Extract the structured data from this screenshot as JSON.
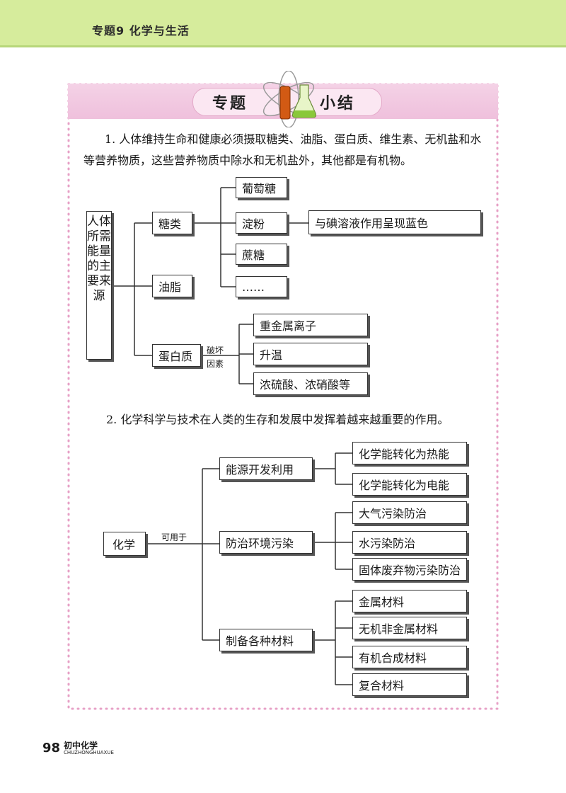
{
  "header": {
    "title": "专题9 化学与生活"
  },
  "summary": {
    "title_left": "专题",
    "title_right": "小结"
  },
  "point1": {
    "text": "1. 人体维持生命和健康必须摄取糖类、油脂、蛋白质、维生素、无机盐和水等营养物质，这些营养物质中除水和无机盐外，其他都是有机物。"
  },
  "diagram1": {
    "root": "人体所需能量的主要来源",
    "sugar": "糖类",
    "oil": "油脂",
    "protein": "蛋白质",
    "sugar_items": [
      "葡萄糖",
      "淀粉",
      "蔗糖",
      "……"
    ],
    "starch_note": "与碘溶液作用呈现蓝色",
    "damage_label_top": "破坏",
    "damage_label_bottom": "因素",
    "damage_items": [
      "重金属离子",
      "升温",
      "浓硫酸、浓硝酸等"
    ]
  },
  "point2": {
    "text": "2. 化学科学与技术在人类的生存和发展中发挥着越来越重要的作用。"
  },
  "diagram2": {
    "root": "化学",
    "use_label": "可用于",
    "branches": [
      "能源开发利用",
      "防治环境污染",
      "制备各种材料"
    ],
    "energy_items": [
      "化学能转化为热能",
      "化学能转化为电能"
    ],
    "pollution_items": [
      "大气污染防治",
      "水污染防治",
      "固体废弃物污染防治"
    ],
    "material_items": [
      "金属材料",
      "无机非金属材料",
      "有机合成材料",
      "复合材料"
    ]
  },
  "footer": {
    "page_number": "98",
    "book": "初中化学",
    "pinyin": "CHUZHONGHUAXUE"
  }
}
